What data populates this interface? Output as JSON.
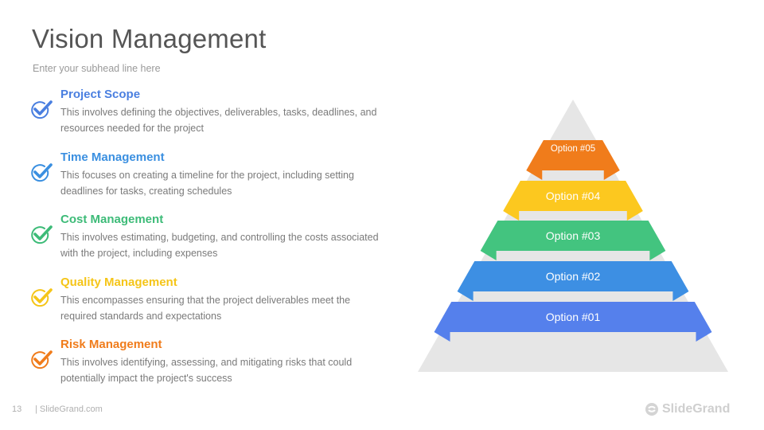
{
  "slide": {
    "title": "Vision Management",
    "subhead": "Enter your subhead line here",
    "page_number": "13",
    "footer_site": "| SlideGrand.com",
    "logo_text": "SlideGrand"
  },
  "items": [
    {
      "heading": "Project Scope",
      "color": "#4a7fe0",
      "description": "This involves defining the objectives, deliverables, tasks, deadlines, and resources needed for the project"
    },
    {
      "heading": "Time Management",
      "color": "#3a8fe0",
      "description": "This focuses on creating a timeline for the project, including setting deadlines for tasks, creating schedules"
    },
    {
      "heading": "Cost Management",
      "color": "#3dbb78",
      "description": "This involves estimating, budgeting, and controlling the costs associated with the project, including expenses"
    },
    {
      "heading": "Quality Management",
      "color": "#f5c518",
      "description": "This encompasses ensuring that the project deliverables meet the required standards and expectations"
    },
    {
      "heading": "Risk Management",
      "color": "#f07c1b",
      "description": "This involves identifying, assessing, and mitigating risks that could potentially impact the project's success"
    }
  ],
  "pyramid": {
    "levels": [
      {
        "label": "Option #05",
        "color": "#f07c1b"
      },
      {
        "label": "Option #04",
        "color": "#fcc81f"
      },
      {
        "label": "Option #03",
        "color": "#43c47f"
      },
      {
        "label": "Option #02",
        "color": "#3d8fe3"
      },
      {
        "label": "Option #01",
        "color": "#5580ec"
      }
    ]
  },
  "icons": {
    "check": "checkmark-icon",
    "logo": "slidegrand-logo-icon"
  }
}
